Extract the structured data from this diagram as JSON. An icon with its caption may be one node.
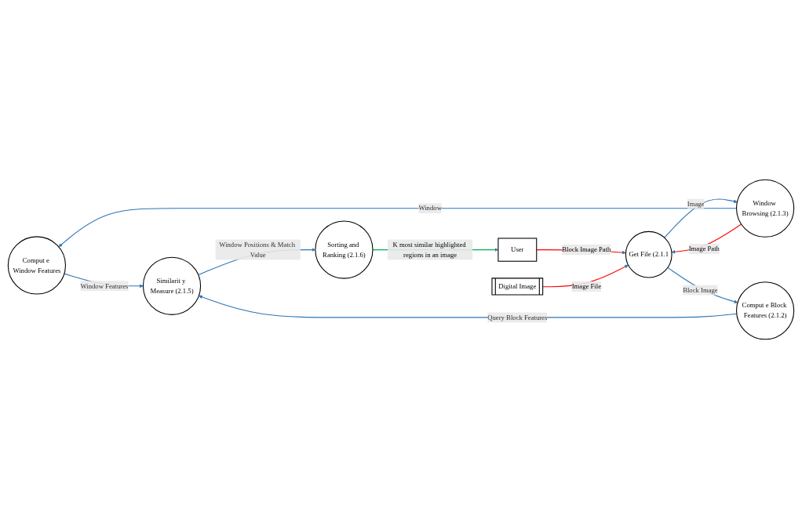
{
  "diagram": {
    "nodes": [
      {
        "text": [
          "Comput e Window Features"
        ]
      },
      {
        "text": [
          "Window Browsing (2.1.3)"
        ]
      },
      {
        "text": [
          "Sorting and Ranking (2.1.6)"
        ]
      },
      {
        "text": [
          "User"
        ]
      },
      {
        "text": [
          "Get File (2.1.1"
        ]
      },
      {
        "text": [
          "Similarit y Measure (2.1.5)"
        ]
      },
      {
        "text": [
          "Comput e Block Features (2.1.2)"
        ]
      },
      {
        "text": [
          "Digital Image"
        ]
      }
    ],
    "edges": [
      {
        "from": 1,
        "to": 0,
        "arrow": "to",
        "label": "Window"
      },
      {
        "from": 0,
        "to": 5,
        "arrow": "to",
        "label": "Window Features"
      },
      {
        "from": 2,
        "to": 3,
        "arrow": "to",
        "label": "K most similar highlighted regions in an image",
        "color": "#00b050"
      },
      {
        "from": 3,
        "to": 4,
        "arrow": "to",
        "label": "Block Image Path",
        "color": "#ff0000"
      },
      {
        "from": 1,
        "to": 4,
        "arrow": "to",
        "label": "Image Path",
        "color": "#ff0000"
      },
      {
        "from": 4,
        "to": 1,
        "arrow": "to",
        "label": "Image"
      },
      {
        "from": 4,
        "to": 6,
        "arrow": "to",
        "label": "Block Image"
      },
      {
        "from": 6,
        "to": 5,
        "arrow": "to",
        "label": "Query Block Features"
      },
      {
        "from": 5,
        "to": 2,
        "arrow": "to",
        "label": "Window Positions & Match Value"
      },
      {
        "from": 7,
        "to": 4,
        "arrow": "to",
        "label": "Image File",
        "color": "#ff0000"
      }
    ]
  }
}
